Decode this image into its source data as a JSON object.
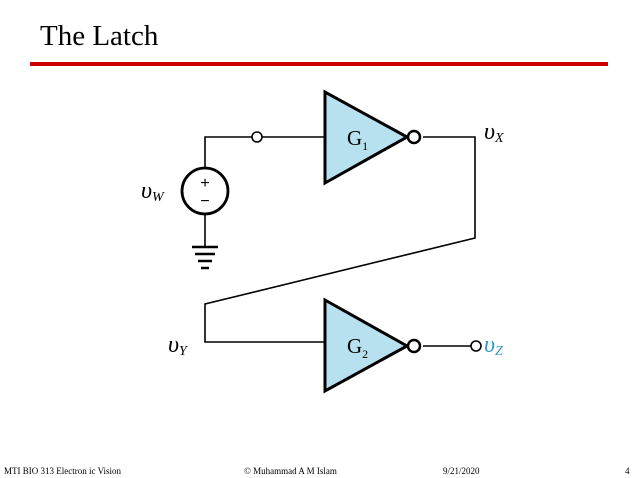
{
  "slide": {
    "title": "The Latch",
    "accent_color": "#cc0000"
  },
  "diagram": {
    "gate_fill": "#b7e1ef",
    "output_label_color": "#3399cc",
    "gates": [
      {
        "name": "G",
        "subscript": "1"
      },
      {
        "name": "G",
        "subscript": "2"
      }
    ],
    "labels": {
      "vw": {
        "v": "υ",
        "sub": "W"
      },
      "vx": {
        "v": "υ",
        "sub": "X"
      },
      "vy": {
        "v": "υ",
        "sub": "Y"
      },
      "vz": {
        "v": "υ",
        "sub": "Z"
      }
    },
    "source": {
      "plus": "+",
      "minus": "−"
    }
  },
  "footer": {
    "course": "MTI  BIO 313    Electron ic Vision",
    "author": "© Muhammad A M Islam",
    "date": "9/21/2020",
    "page": "4"
  }
}
